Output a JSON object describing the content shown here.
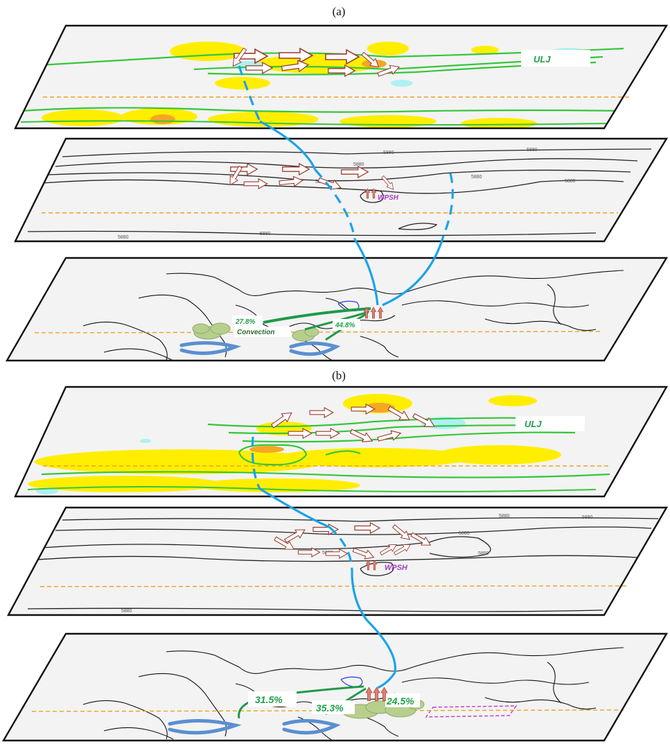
{
  "colors": {
    "plane_fill": "#f3f3f3",
    "plane_edge": "#111111",
    "jet_contour": "#35c63a",
    "positive_anomaly": "#ffee00",
    "strong_anomaly": "#f5a623",
    "negative_anomaly": "#aef0f4",
    "wave_arrow_fill": "#ffffff",
    "wave_arrow_edge": "#9a3b2e",
    "vertical_link": "#1aa3e8",
    "equator_line": "#f0a020",
    "wpsh": "#c038c8",
    "moisture_arrow": "#1e9a4a",
    "convection_cloud": "#b7cf8c",
    "circulation_arrow": "#5b8fd0"
  },
  "icons": {
    "wave_train": "hollow-arrow-icon",
    "convection": "cloud-icon",
    "circulation": "circular-arrow-icon"
  },
  "panels": [
    {
      "label": "(a)",
      "upper": {
        "jet_label": "ULJ"
      },
      "middle": {
        "wpsh_label": "WPSH",
        "contour_tags": [
          "5880",
          "5880",
          "5880",
          "5880",
          "5880",
          "5880",
          "5880",
          "5880"
        ]
      },
      "lower": {
        "left_percent": "27.8%",
        "right_percent": "44.8%",
        "convection_label": "Convection"
      }
    },
    {
      "label": "(b)",
      "upper": {
        "jet_label": "ULJ"
      },
      "middle": {
        "wpsh_label": "WPSH",
        "contour_tags": [
          "5880",
          "5880",
          "5880",
          "5880",
          "5880",
          "5880"
        ]
      },
      "lower": {
        "left_percent": "31.5%",
        "middle_percent": "35.3%",
        "right_percent": "24.5%"
      }
    }
  ]
}
